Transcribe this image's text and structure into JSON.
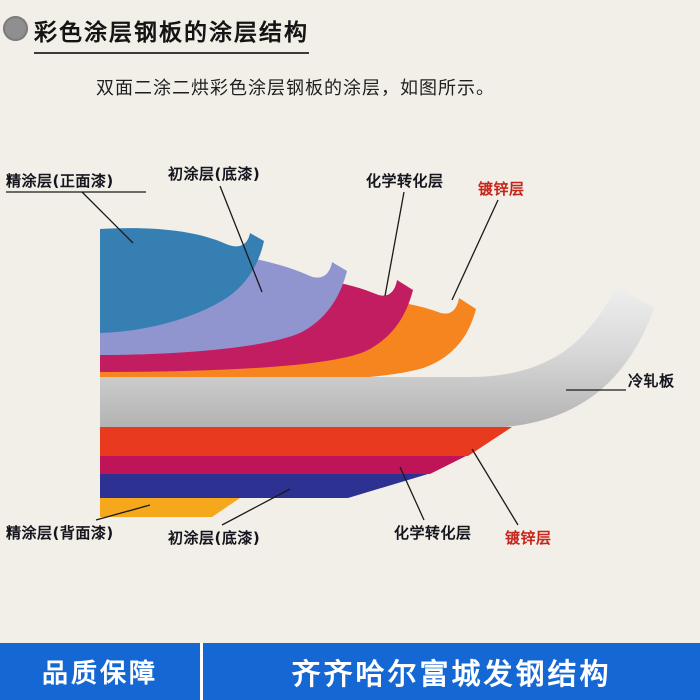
{
  "page": {
    "bg_color": "#f2efe8",
    "title": "彩色涂层钢板的涂层结构",
    "subtitle": "双面二涂二烘彩色涂层钢板的涂层，如图所示。"
  },
  "diagram": {
    "label_colors": {
      "default": "#15151e",
      "galvanized": "#c6251b"
    },
    "layers": [
      {
        "id": "fine-coat-front",
        "label": "精涂层(正面漆)",
        "color": "#367fb3"
      },
      {
        "id": "primer-top",
        "label": "初涂层(底漆)",
        "color": "#9095cf"
      },
      {
        "id": "chem-top",
        "label": "化学转化层",
        "color": "#c21d60"
      },
      {
        "id": "galvanized-top",
        "label": "镀锌层",
        "color": "#f6841f"
      },
      {
        "id": "cold-rolled-core",
        "label": "冷轧板",
        "color": "#d8d8d8"
      },
      {
        "id": "galvanized-bottom",
        "label": "镀锌层",
        "color": "#e83a1e"
      },
      {
        "id": "chem-bottom",
        "label": "化学转化层",
        "color": "#c01458"
      },
      {
        "id": "primer-bottom",
        "label": "初涂层(底漆)",
        "color": "#2d3192"
      },
      {
        "id": "fine-coat-back",
        "label": "精涂层(背面漆)",
        "color": "#f6a81c"
      }
    ]
  },
  "footer": {
    "bg_color": "#1568d3",
    "left": "品质保障",
    "right": "齐齐哈尔富城发钢结构"
  }
}
